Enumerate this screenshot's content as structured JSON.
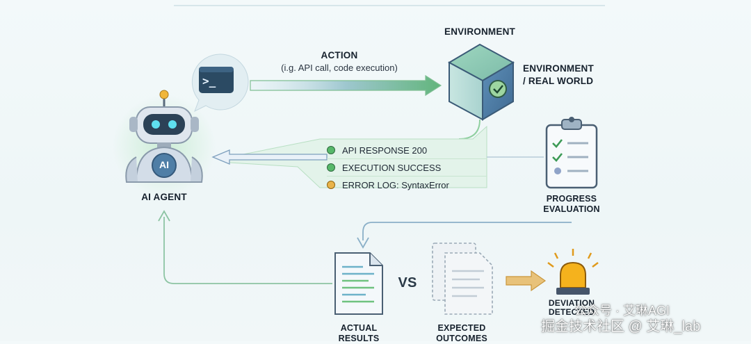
{
  "environment": {
    "title": "ENVIRONMENT",
    "subtitle_line1": "ENVIRONMENT",
    "subtitle_line2": "/ REAL WORLD"
  },
  "action": {
    "label": "ACTION",
    "detail": "(i.g. API call, code execution)"
  },
  "agent": {
    "label": "AI AGENT",
    "badge": "AI",
    "terminal_prompt": ">_"
  },
  "feedback": {
    "items": [
      {
        "text": "API RESPONSE 200",
        "color": "#57b86a"
      },
      {
        "text": "EXECUTION SUCCESS",
        "color": "#57b86a"
      },
      {
        "text": "ERROR LOG: SyntaxError",
        "color": "#e9b44a"
      }
    ]
  },
  "progress": {
    "line1": "PROGRESS",
    "line2": "EVALUATION"
  },
  "comparison": {
    "actual_line1": "ACTUAL",
    "actual_line2": "RESULTS",
    "vs": "VS",
    "expected_line1": "EXPECTED",
    "expected_line2": "OUTCOMES",
    "deviation_line1": "DEVIATION",
    "deviation_line2": "DETECTED"
  },
  "watermark": {
    "line1": "公众号 · 艾琳AGI",
    "line2": "掘金技术社区 @ 艾琳_lab"
  },
  "colors": {
    "arrow_green": "#6fbf86",
    "arrow_blue": "#7d9fbd",
    "cube_face": "#4f7ea6",
    "robot_body": "#cfd9e6",
    "alert_amber": "#f0ab1a"
  }
}
